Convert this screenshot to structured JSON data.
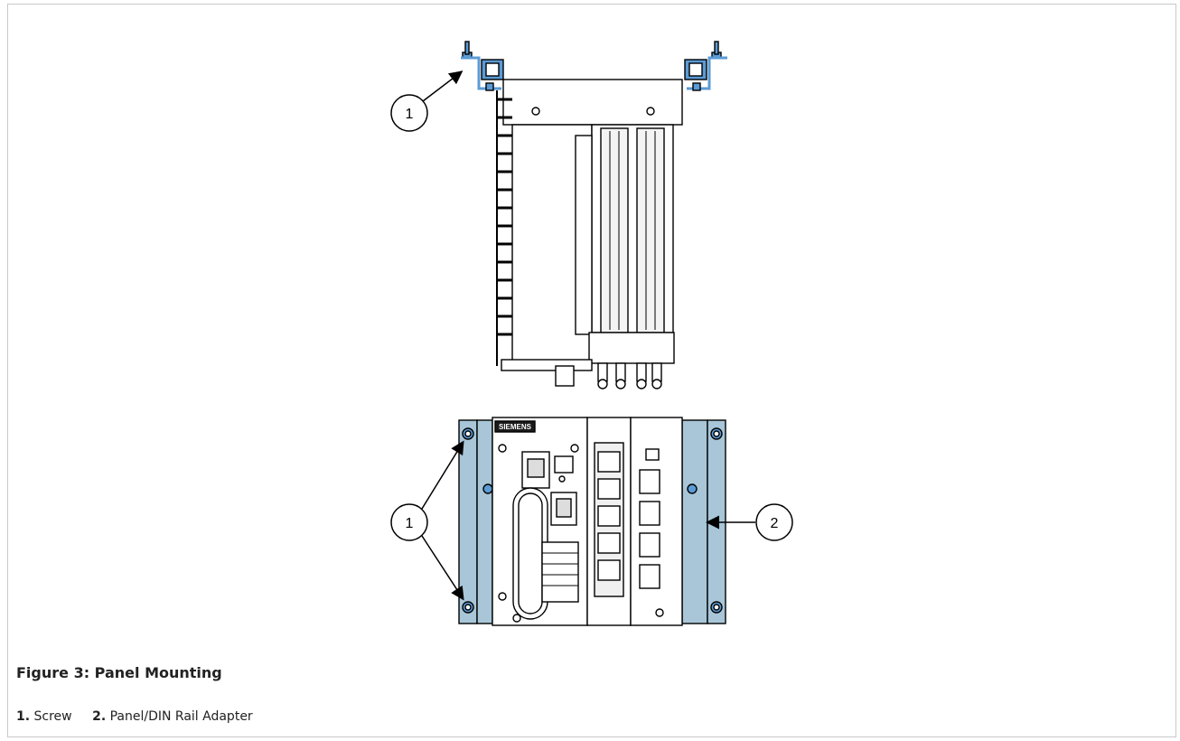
{
  "figure": {
    "caption": "Figure 3: Panel Mounting",
    "callouts": [
      "1",
      "2"
    ],
    "brand_label": "SIEMENS",
    "accent_color": "#5b9bd5",
    "adapter_fill": "#a8c6d8"
  },
  "legend": [
    {
      "num": "1.",
      "label": "Screw"
    },
    {
      "num": "2.",
      "label": "Panel/DIN Rail Adapter"
    }
  ]
}
